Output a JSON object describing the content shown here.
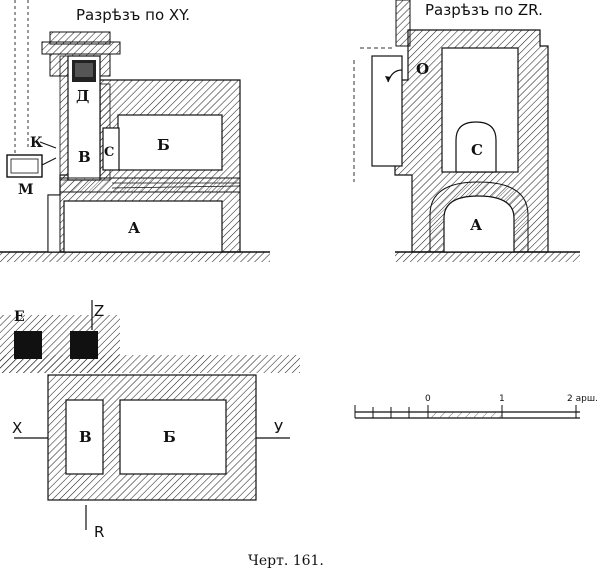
{
  "figure": {
    "section_xy_title": "Разрѣзъ по XY.",
    "section_zr_title": "Разрѣзъ по ZR.",
    "caption": "Черт. 161."
  },
  "labels": {
    "a": "А",
    "b": "Б",
    "v": "В",
    "d": "Д",
    "s": "С",
    "k": "К",
    "m": "М",
    "o": "О",
    "e": "Е"
  },
  "cut_marks": {
    "x": "X",
    "y": "У",
    "z": "Z",
    "r": "R"
  },
  "scale": {
    "zero": "0",
    "one": "1",
    "two": "2 арш."
  }
}
